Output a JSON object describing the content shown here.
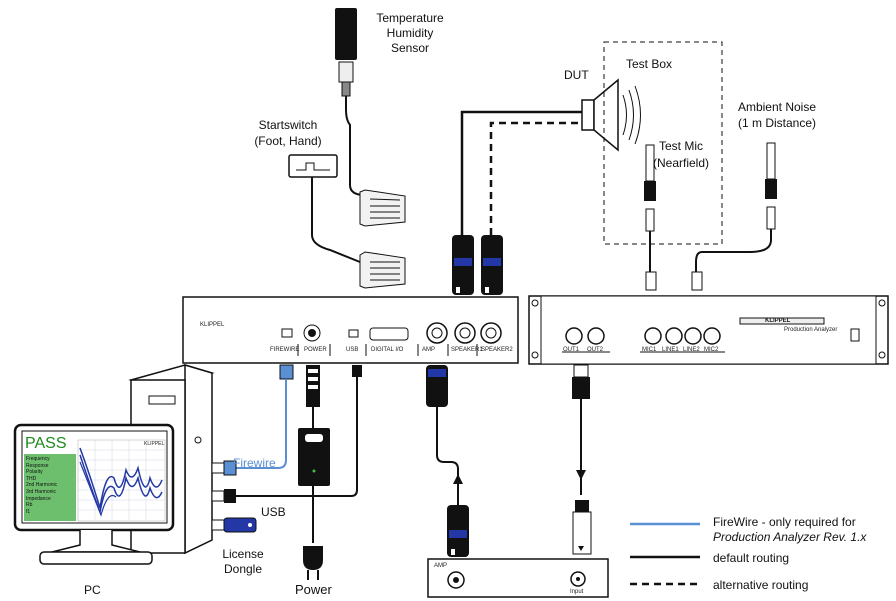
{
  "labels": {
    "sensor_line1": "Temperature",
    "sensor_line2": "Humidity",
    "sensor_line3": "Sensor",
    "startswitch_line1": "Startswitch",
    "startswitch_line2": "(Foot, Hand)",
    "dut": "DUT",
    "test_box": "Test Box",
    "test_mic_line1": "Test Mic",
    "test_mic_line2": "(Nearfield)",
    "ambient_line1": "Ambient Noise",
    "ambient_line2": "(1 m Distance)",
    "firewire": "Firewire",
    "usb": "USB",
    "license_line1": "License",
    "license_line2": "Dongle",
    "pc": "PC",
    "power": "Power"
  },
  "front_panel": {
    "brand": "KLIPPEL",
    "ports": [
      "FIREWIRE",
      "POWER",
      "USB",
      "DIGITAL I/O",
      "AMP",
      "SPEAKER1",
      "SPEAKER2"
    ]
  },
  "rack_panel": {
    "brand": "KLIPPEL",
    "model": "Production Analyzer",
    "ports": [
      "OUT1",
      "OUT2",
      "MIC1",
      "LINE1",
      "LINE2",
      "MIC2"
    ]
  },
  "amp_box": {
    "title": "AMP",
    "input": "Input"
  },
  "screen": {
    "status": "PASS",
    "brand": "KLIPPEL",
    "tests": [
      "Frequency",
      "Response",
      "Polarity",
      "THD",
      "2nd Harmonic",
      "3rd Harmonic",
      "Impedance",
      "Rb",
      "f1"
    ]
  },
  "legend": {
    "firewire_line1": "FireWire - only required for",
    "firewire_line2": "Production Analyzer Rev. 1.x",
    "default": "default routing",
    "alternative": "alternative routing"
  },
  "colors": {
    "firewire": "#5b8fd4",
    "pass_green": "#1e8a1e",
    "screen_green": "#6dbf6d",
    "connector_blue": "#2338a6"
  }
}
